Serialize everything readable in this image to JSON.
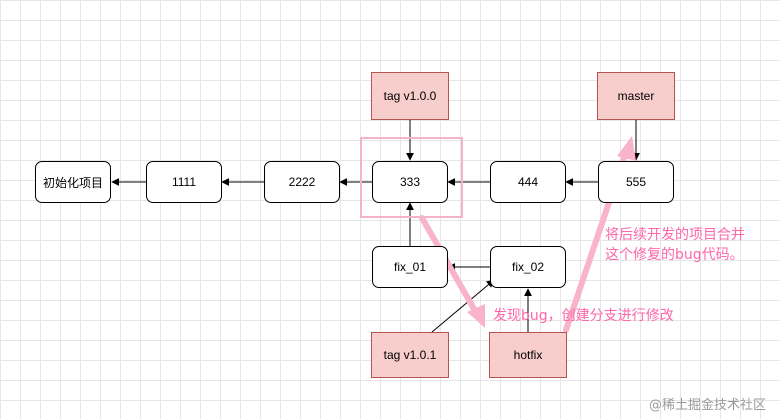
{
  "nodes": {
    "init": "初始化项目",
    "c1111": "1111",
    "c2222": "2222",
    "c333": "333",
    "c444": "444",
    "c555": "555",
    "fix01": "fix_01",
    "fix02": "fix_02",
    "tag100": "tag v1.0.0",
    "tag101": "tag v1.0.1",
    "master": "master",
    "hotfix": "hotfix"
  },
  "notes": {
    "merge_line1": "将后续开发的项目合并",
    "merge_line2": "这个修复的bug代码。",
    "found_bug": "发现bug，创建分支进行修改"
  },
  "watermark": "@稀土掘金技术社区",
  "colors": {
    "ref_fill": "#f8cecc",
    "ref_border": "#b85450",
    "annotation": "#ff66aa",
    "highlight": "#f5b3c8",
    "pink_arrow": "#f9b4c9"
  }
}
